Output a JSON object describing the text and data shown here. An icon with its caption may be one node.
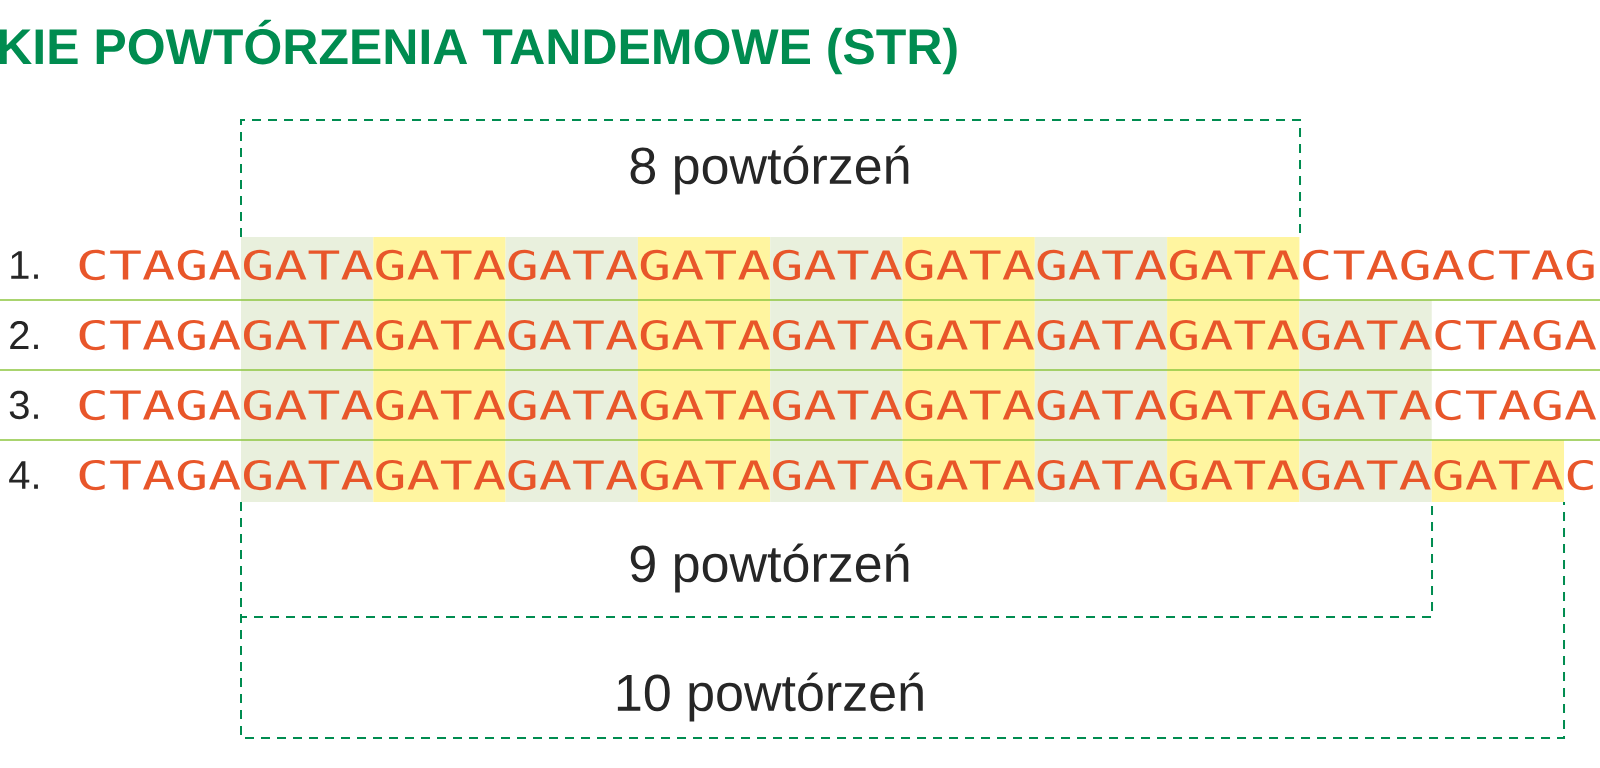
{
  "diagram": {
    "title": "KIE POWTÓRZENIA TANDEMOWE (STR)",
    "nodes": [
      {
        "text": [
          "8 powtórzeń"
        ]
      },
      {
        "text": [
          "10 powtórzeń"
        ]
      },
      {
        "text": [
          "9 powtórzeń"
        ],
        "in": 1
      }
    ],
    "labels": [
      "1.",
      "CTAGAGATAGATAGATAGATAGATAGATAGATAGATACTAGACTAG",
      "2.",
      "CTAGAGATAGATAGATAGATAGATAGATAGATAGATAGATACTAGA",
      "3.",
      "CTAGAGATAGATAGATAGATAGATAGATAGATAGATAGATACTAGA",
      "4.",
      "CTAGAGATAGATAGATAGATAGATAGATAGATAGATAGATAGATAC"
    ]
  }
}
